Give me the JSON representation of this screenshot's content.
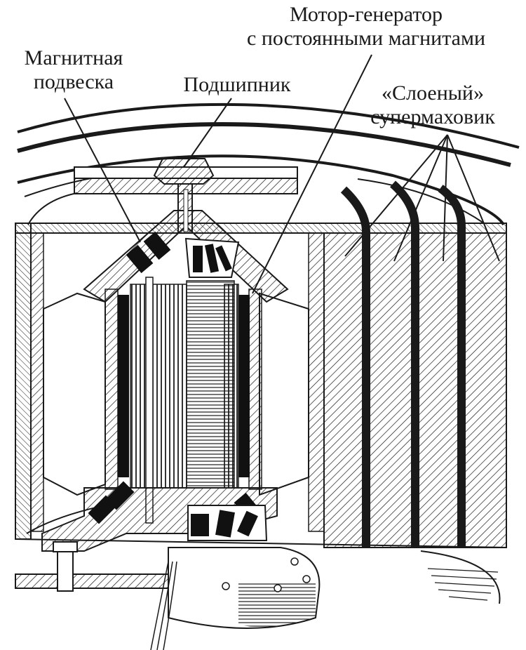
{
  "labels": {
    "motor_generator": [
      "Мотор-генератор",
      "с постоянными магнитами"
    ],
    "magnetic_suspension": [
      "Магнитная",
      "подвеска"
    ],
    "bearing": "Подшипник",
    "flywheel": [
      "«Слоеный»",
      "супермаховик"
    ]
  },
  "colors": {
    "ink": "#1a1a1a",
    "background": "#ffffff"
  }
}
